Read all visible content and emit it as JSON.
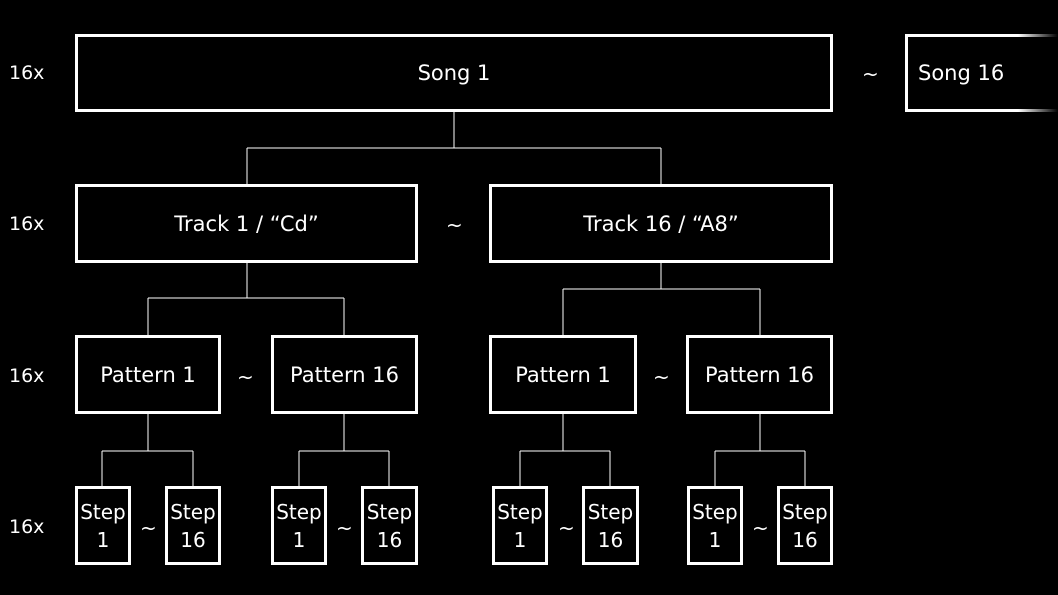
{
  "level_labels": [
    "16x",
    "16x",
    "16x",
    "16x"
  ],
  "tilde": "~",
  "songs": {
    "first": "Song 1",
    "last": "Song 16"
  },
  "tracks": {
    "first": "Track 1 / “Cd”",
    "last": "Track 16 / “A8”"
  },
  "patterns": {
    "first": "Pattern 1",
    "last": "Pattern 16"
  },
  "steps": {
    "first": {
      "word": "Step",
      "num": "1"
    },
    "last": {
      "word": "Step",
      "num": "16"
    }
  }
}
